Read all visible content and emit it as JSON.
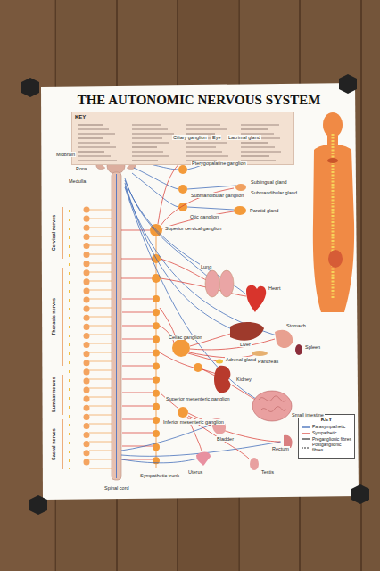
{
  "diagram": {
    "title": "THE AUTONOMIC NERVOUS SYSTEM",
    "nodes": [
      {
        "text": [
          "KEY"
        ]
      },
      {
        "text": [
          "KEY"
        ]
      }
    ],
    "labels": [
      "Midbrain",
      "Pons",
      "Medulla",
      "Spinal cord",
      "Ciliary ganglion",
      "Eye",
      "Lacrimal gland",
      "Pterygopalatine ganglion",
      "Submandibular ganglion",
      "Sublingual gland",
      "Submandibular gland",
      "Otic ganglion",
      "Parotid gland",
      "Superior cervical ganglion",
      "Lung",
      "Heart",
      "Liver",
      "Stomach",
      "Spleen",
      "Pancreas",
      "Celiac ganglion",
      "Adrenal gland",
      "Kidney",
      "Superior mesenteric ganglion",
      "Small intestine",
      "Inferior mesenteric ganglion",
      "Rectum",
      "Bladder",
      "Uterus",
      "Testis",
      "Cervical nerves",
      "Thoracic nerves",
      "Lumbar nerves",
      "Sacral nerves",
      "Sympathetic trunk"
    ],
    "legend": [
      {
        "text": "Parasympathetic"
      },
      {
        "text": "Sympathetic"
      },
      {
        "text": "Preganglionic fibres"
      },
      {
        "text": "Postganglionic fibres"
      }
    ]
  }
}
